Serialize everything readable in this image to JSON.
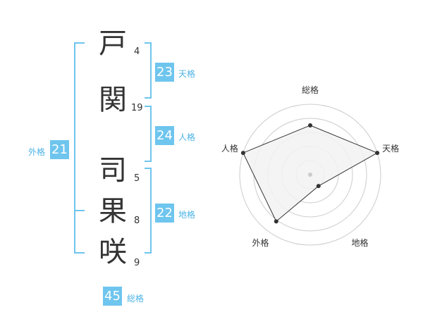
{
  "name_chars": [
    {
      "char": "戸",
      "strokes": "4"
    },
    {
      "char": "関",
      "strokes": "19"
    },
    {
      "char": "司",
      "strokes": "5"
    },
    {
      "char": "果",
      "strokes": "8"
    },
    {
      "char": "咲",
      "strokes": "9"
    }
  ],
  "kaku": {
    "tenkaku": {
      "value": "23",
      "label": "天格"
    },
    "jinkaku": {
      "value": "24",
      "label": "人格"
    },
    "chikaku": {
      "value": "22",
      "label": "地格"
    },
    "gaikaku": {
      "value": "21",
      "label": "外格"
    },
    "soukaku": {
      "value": "45",
      "label": "総格"
    }
  },
  "radar": {
    "axes": [
      "総格",
      "天格",
      "地格",
      "外格",
      "人格"
    ],
    "values": [
      0.7,
      1.0,
      0.2,
      0.82,
      1.0
    ],
    "rings": 5
  },
  "colors": {
    "accent": "#6ec5ee",
    "accent_text": "#4db3e6",
    "text": "#333333",
    "radar_fill": "#f2f2f2",
    "grid": "#cccccc"
  }
}
